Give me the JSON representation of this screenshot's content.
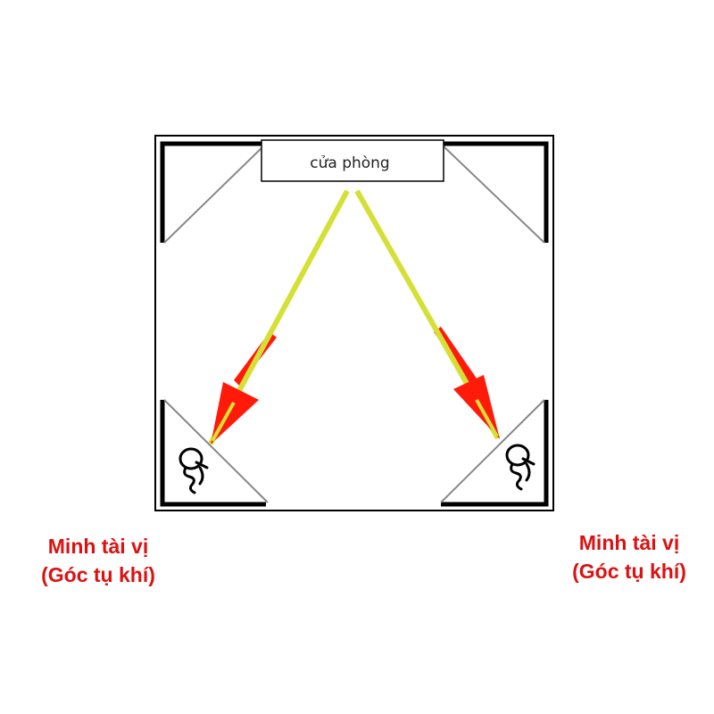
{
  "room": {
    "door_label": "cửa phòng"
  },
  "corners": [
    {
      "title": "Minh tài vị",
      "subtitle": "(Góc tụ khí)"
    },
    {
      "title": "Minh tài vị",
      "subtitle": "(Góc tụ khí)"
    }
  ],
  "colors": {
    "wall": "#000000",
    "diagonal": "#888888",
    "arrow_body": "#d4e035",
    "arrow_head": "#ff1a0a",
    "label_text": "#dd1111"
  },
  "icons": [
    "wealth-bag-icon",
    "wealth-bag-icon"
  ]
}
